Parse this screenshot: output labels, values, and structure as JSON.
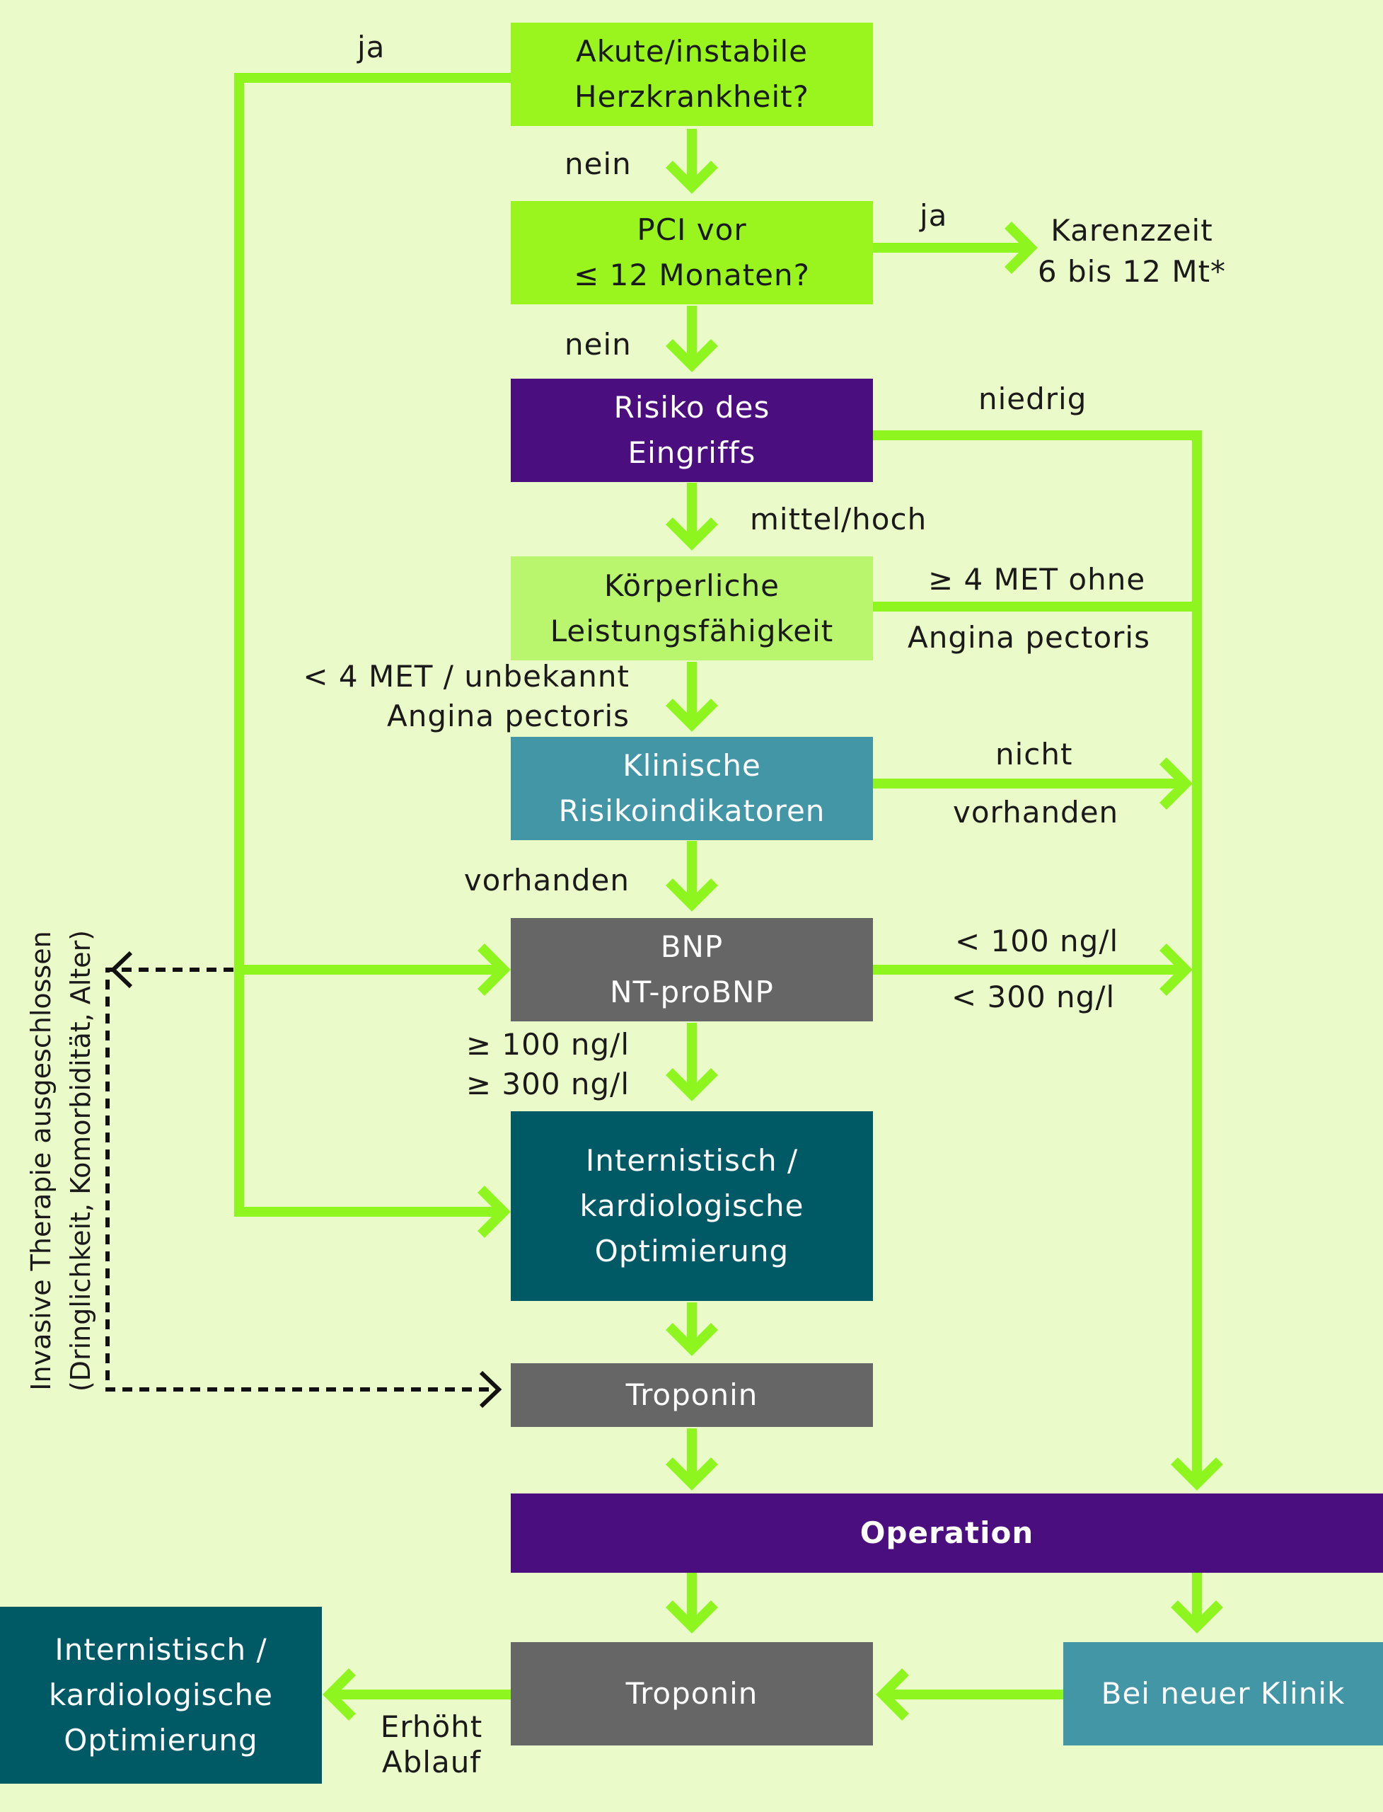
{
  "nodes": {
    "akute": "Akute/instabile\nHerzkrankheit?",
    "pci": "PCI vor\n≤ 12 Monaten?",
    "karenz": "Karenzzeit\n6 bis 12 Mt*",
    "risiko": "Risiko des\nEingriffs",
    "koerper": "Körperliche\nLeistungsfähigkeit",
    "klinische": "Klinische\nRisikoindikatoren",
    "bnp": "BNP\nNT-proBNP",
    "intern1": "Internistisch /\nkardiologische\nOptimierung",
    "troponin1": "Troponin",
    "operation": "Operation",
    "troponin2": "Troponin",
    "klinik": "Bei neuer Klinik",
    "intern2": "Internistisch /\nkardiologische\nOptimierung"
  },
  "edge_labels": {
    "ja_top": "ja",
    "nein1": "nein",
    "ja_pci": "ja",
    "nein2": "nein",
    "niedrig": "niedrig",
    "mittel": "mittel/hoch",
    "met_ohne": "≥ 4 MET ohne",
    "angina_r": "Angina pectoris",
    "met_unbekannt": "< 4 MET / unbekannt",
    "angina_l": "Angina pectoris",
    "nicht": "nicht",
    "vorhanden_r": "vorhanden",
    "vorhanden_l": "vorhanden",
    "lt100": "< 100 ng/l",
    "lt300": "< 300 ng/l",
    "ge100": "≥ 100 ng/l",
    "ge300": "≥ 300 ng/l",
    "erhoeht": "Erhöht\nAblauf"
  },
  "side_note": "Invasive Therapie ausgeschlossen\n(Dringlichkeit, Komorbidität, Alter)",
  "colors": {
    "background": "#eafbc9",
    "arrow": "#8ef51f",
    "lime_box": "#9af51e",
    "light_green_box": "#b9f66e",
    "purple_box": "#4b0e7e",
    "teal_box": "#4296a5",
    "gray_box": "#666666",
    "dark_teal_box": "#005a66"
  }
}
